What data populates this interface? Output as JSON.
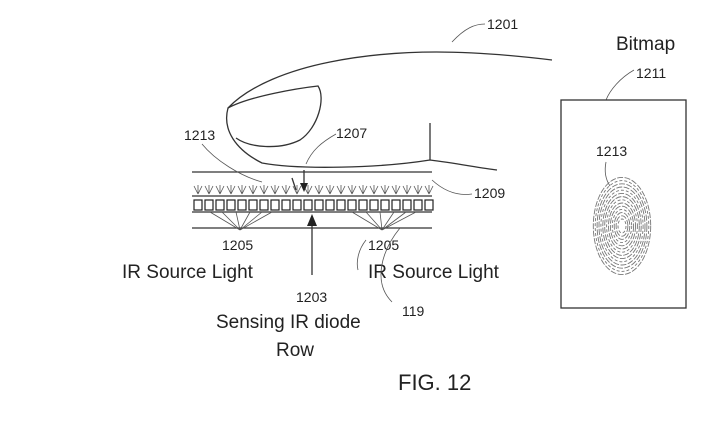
{
  "figure": {
    "caption": "FIG. 12",
    "refs": {
      "finger": "1201",
      "arrow_gap": "1207",
      "fingerprint_contact": "1213",
      "cover_layer": "1209",
      "ir_source_left": "1205",
      "ir_source_right": "1205",
      "sensing_row": "1203",
      "substrate": "119",
      "bitmap": "1211",
      "bitmap_print": "1213"
    },
    "labels": {
      "ir_source_left": "IR Source Light",
      "ir_source_right": "IR Source Light",
      "sensing_line1": "Sensing IR diode",
      "sensing_line2": "Row",
      "bitmap_title": "Bitmap"
    }
  }
}
